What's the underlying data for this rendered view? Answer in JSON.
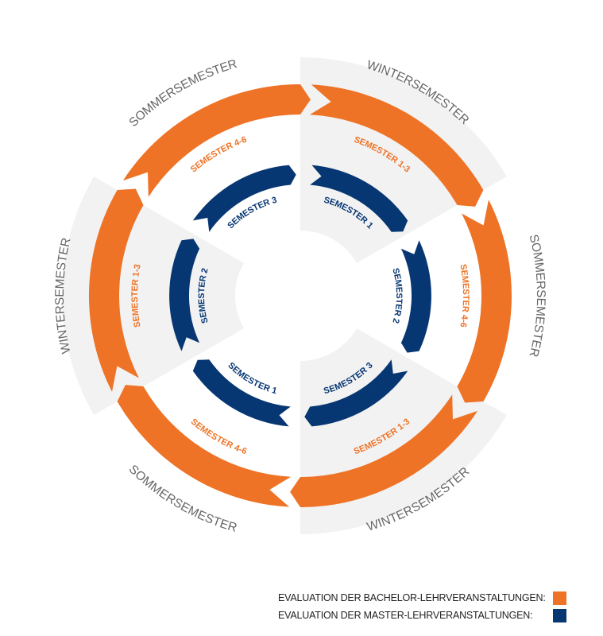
{
  "colors": {
    "bachelor": "#ee7326",
    "master": "#073773",
    "sector_gray": "#f2f2f2",
    "season_text": "#666666"
  },
  "segments": [
    {
      "season": "WINTERSEMESTER",
      "bachelor": "SEMESTER 1-3",
      "master": "SEMESTER 1"
    },
    {
      "season": "SOMMERSEMESTER",
      "bachelor": "SEMESTER 4-6",
      "master": "SEMESTER 2"
    },
    {
      "season": "WINTERSEMESTER",
      "bachelor": "SEMESTER 1-3",
      "master": "SEMESTER 3"
    },
    {
      "season": "SOMMERSEMESTER",
      "bachelor": "SEMESTER 4-6",
      "master": "SEMESTER 1"
    },
    {
      "season": "WINTERSEMESTER",
      "bachelor": "SEMESTER 1-3",
      "master": "SEMESTER 2"
    },
    {
      "season": "SOMMERSEMESTER",
      "bachelor": "SEMESTER 4-6",
      "master": "SEMESTER 3"
    }
  ],
  "legend": {
    "bachelor_label": "EVALUATION DER BACHELOR-LEHRVERANSTALTUNGEN:",
    "master_label": "EVALUATION DER MASTER-LEHRVERANSTALTUNGEN:"
  }
}
